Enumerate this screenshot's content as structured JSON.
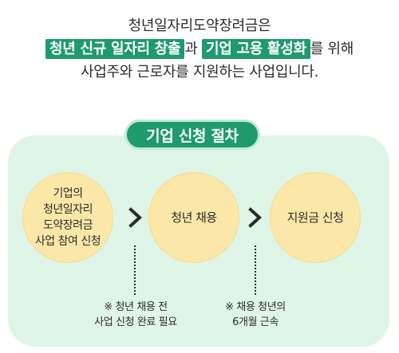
{
  "intro": {
    "line1": "청년일자리도약장려금은",
    "line2_highlight1": "청년 신규 일자리 창출",
    "line2_mid": "과",
    "line2_highlight2": "기업 고용 활성화",
    "line2_end": "를 위해",
    "line3": "사업주와 근로자를 지원하는 사업입니다."
  },
  "procedure_title": "기업 신청 절차",
  "steps": [
    {
      "lines": [
        "기업의",
        "청년일자리",
        "도약장려금",
        "사업 참여 신청"
      ]
    },
    {
      "lines": [
        "청년 채용"
      ]
    },
    {
      "lines": [
        "지원금 신청"
      ]
    }
  ],
  "notes": [
    {
      "lines": [
        "※ 청년 채용 전",
        "사업 신청 완료 필요"
      ]
    },
    {
      "lines": [
        "※ 채용 청년의",
        "6개월 근속"
      ]
    }
  ],
  "colors": {
    "accent_green": "#1f9a6d",
    "panel_bg": "#dff5e8",
    "circle_fill": "#fbe8a8"
  }
}
